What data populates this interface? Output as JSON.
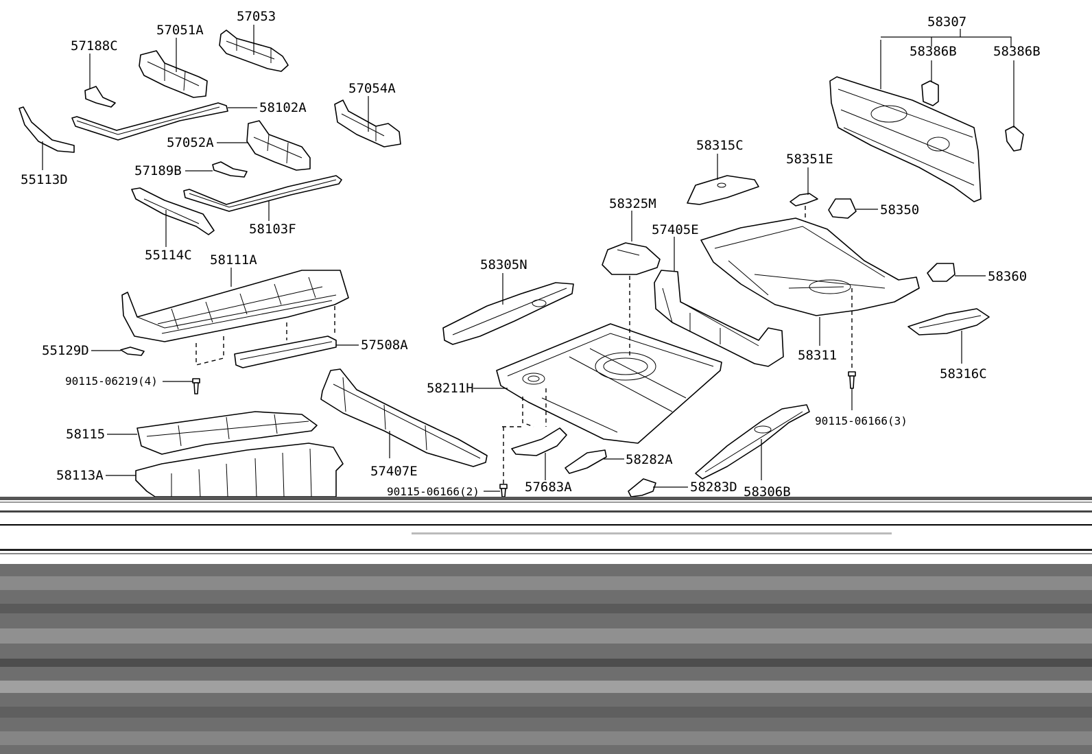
{
  "labels": {
    "p57053": "57053",
    "p57051A": "57051A",
    "p57188C": "57188C",
    "p58102A": "58102A",
    "p57054A": "57054A",
    "p57052A": "57052A",
    "p55113D": "55113D",
    "p57189B": "57189B",
    "p58103F": "58103F",
    "p55114C": "55114C",
    "p58111A": "58111A",
    "p55129D": "55129D",
    "p57508A": "57508A",
    "p90115_06219": "90115-06219(4)",
    "p58115": "58115",
    "p58113A": "58113A",
    "p57407E": "57407E",
    "p58305N": "58305N",
    "p58211H": "58211H",
    "p57683A": "57683A",
    "p58282A": "58282A",
    "p90115_06166_2": "90115-06166(2)",
    "p58283D": "58283D",
    "p58306B": "58306B",
    "p58325M": "58325M",
    "p57405E": "57405E",
    "p58315C": "58315C",
    "p58351E": "58351E",
    "p58350": "58350",
    "p58307": "58307",
    "p58386B_1": "58386B",
    "p58386B_2": "58386B",
    "p58360": "58360",
    "p58311": "58311",
    "p58316C": "58316C",
    "p90115_06166_3": "90115-06166(3)"
  }
}
